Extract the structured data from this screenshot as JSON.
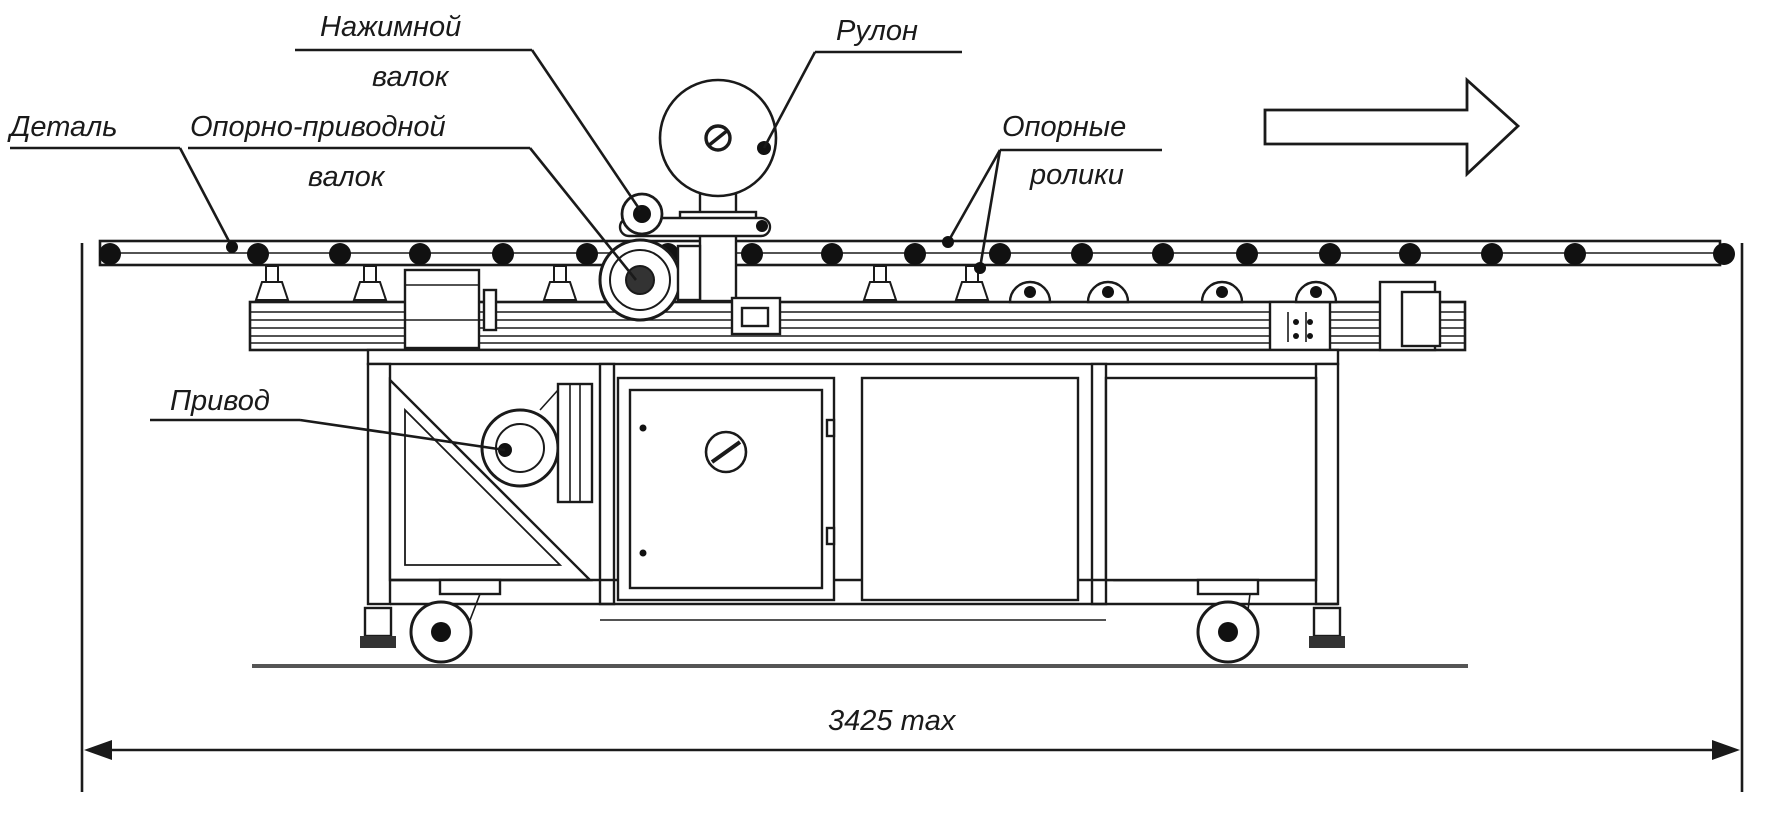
{
  "labels": {
    "detal": "Деталь",
    "nazhimnoy_1": "Нажимной",
    "nazhimnoy_2": "валок",
    "opornoprivodnoy_1": "Опорно-приводной",
    "opornoprivodnoy_2": "валок",
    "rulon": "Рулон",
    "opornye_1": "Опорные",
    "opornye_2": "ролики",
    "privod": "Привод",
    "dimension": "3425 max"
  },
  "direction": "right",
  "colors": {
    "line": "#1a1a1a",
    "background": "#ffffff"
  }
}
